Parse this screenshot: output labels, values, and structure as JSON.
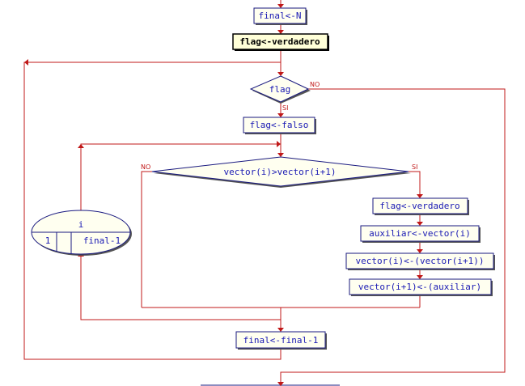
{
  "nodes": {
    "final_n": "final<-N",
    "flag_true_1": "flag<-verdadero",
    "flag_cond": "flag",
    "flag_false": "flag<-falso",
    "compare_cond": "vector(i)>vector(i+1)",
    "flag_true_2": "flag<-verdadero",
    "aux_assign": "auxiliar<-vector(i)",
    "swap_1": "vector(i)<-(vector(i+1))",
    "swap_2": "vector(i+1)<-(auxiliar)",
    "final_dec": "final<-final-1"
  },
  "loop": {
    "var": "i",
    "start": "1",
    "end": "final-1"
  },
  "branch": {
    "yes": "SI",
    "no": "NO"
  },
  "colors": {
    "wire": "#c01818",
    "box_fill": "#fffff0",
    "box_stroke": "#1a1a80",
    "text": "#1a1ab4"
  }
}
